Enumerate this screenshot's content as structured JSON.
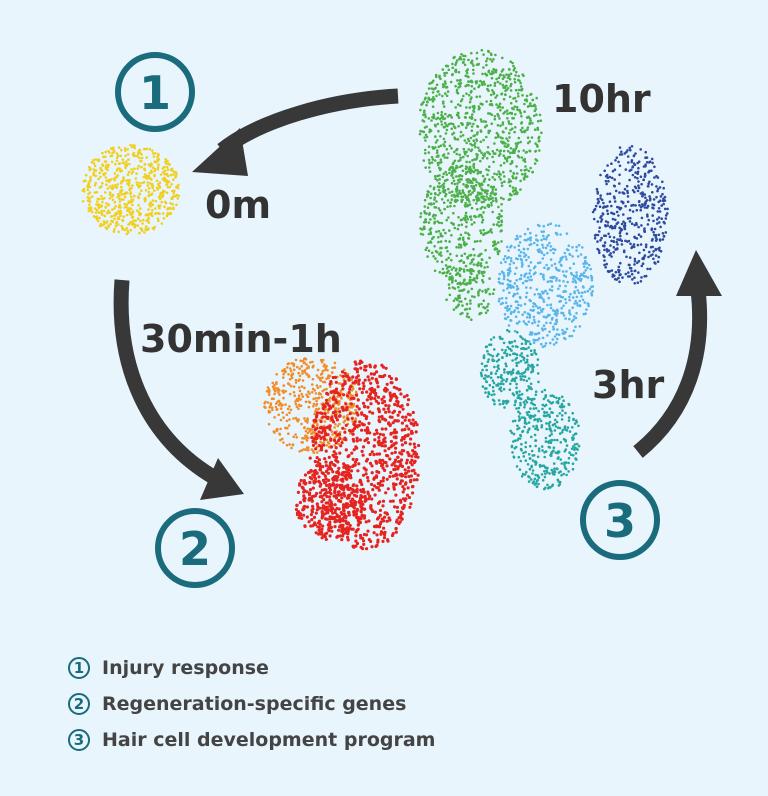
{
  "time_labels": {
    "t10hr": "10hr",
    "t0m": "0m",
    "t30": "30min-1h",
    "t3hr": "3hr"
  },
  "stage_numbers": [
    "1",
    "2",
    "3"
  ],
  "legend": [
    {
      "num": "1",
      "text": "Injury response"
    },
    {
      "num": "2",
      "text": "Regeneration-specific genes"
    },
    {
      "num": "3",
      "text": "Hair cell development program"
    }
  ],
  "colors": {
    "accent": "#1a6b7c",
    "arrow": "#383838",
    "yellow": "#f2cf1f",
    "green": "#4cb04a",
    "dark_blue": "#2e4a9e",
    "light_blue": "#5bb5ea",
    "teal": "#26a6a0",
    "orange": "#f28c28",
    "red": "#e52420"
  }
}
